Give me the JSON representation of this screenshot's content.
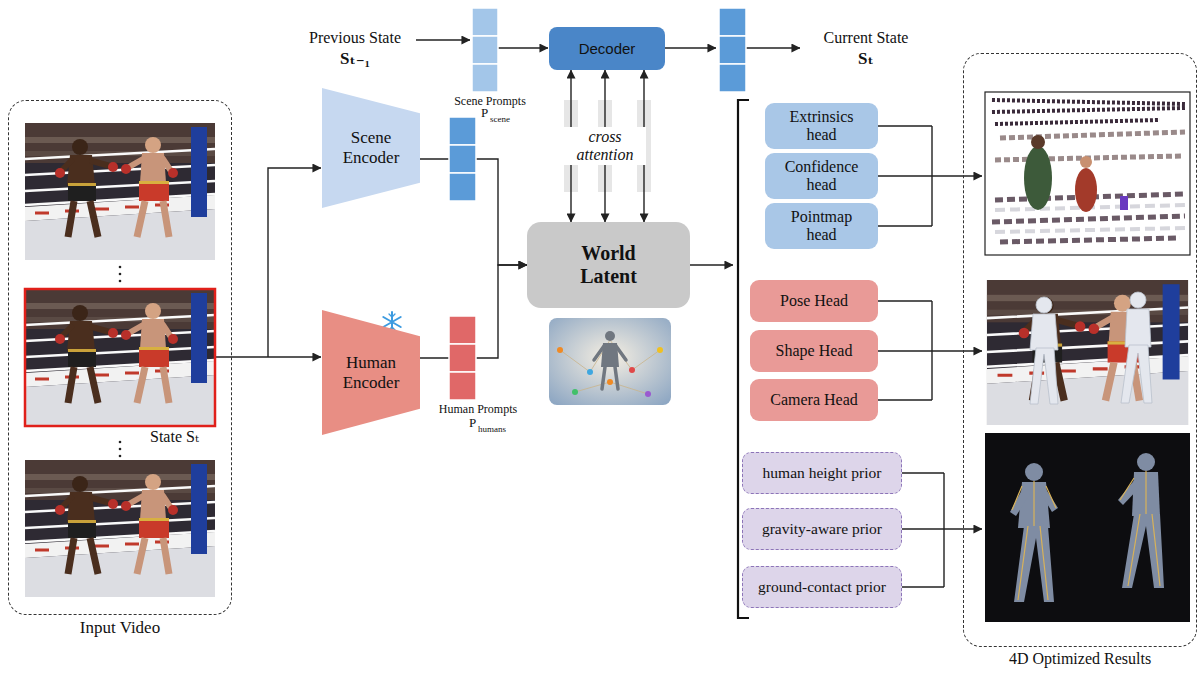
{
  "diagram": {
    "nodes": [
      {
        "text": [
          "Input Video"
        ]
      },
      {
        "text": [
          "Scene Encoder"
        ]
      },
      {
        "text": [
          "Human Encoder"
        ]
      },
      {
        "text": [
          "Decoder"
        ]
      },
      {
        "text": [
          "World Latent"
        ]
      },
      {
        "text": [
          "Extrinsics head"
        ]
      },
      {
        "text": [
          "Confidence head"
        ]
      },
      {
        "text": [
          "Pointmap head"
        ]
      },
      {
        "text": [
          "Pose Head"
        ]
      },
      {
        "text": [
          "Shape Head"
        ]
      },
      {
        "text": [
          "Camera Head"
        ]
      },
      {
        "text": [
          "human height prior"
        ]
      },
      {
        "text": [
          "gravity-aware prior"
        ]
      },
      {
        "text": [
          "ground-contact prior"
        ]
      },
      {
        "text": [
          "4D Optimized Results"
        ]
      }
    ],
    "edges": [
      {
        "from": 1,
        "to": 4,
        "arrow": "to"
      },
      {
        "from": 2,
        "to": 4,
        "arrow": "to"
      },
      {
        "from": 4,
        "to": 3,
        "arrow": "both"
      },
      {
        "from": 4,
        "to": 3,
        "label": "cross attention",
        "arrow": "both"
      },
      {
        "from": 4,
        "to": 3,
        "arrow": "both"
      }
    ],
    "labels": [
      "Previous State",
      "Sₜ₋₁",
      "Scene Prompts",
      "P",
      "scene",
      "Current State",
      "Sₜ",
      "Human Prompts",
      "P",
      "humans",
      "State Sₜ"
    ]
  }
}
